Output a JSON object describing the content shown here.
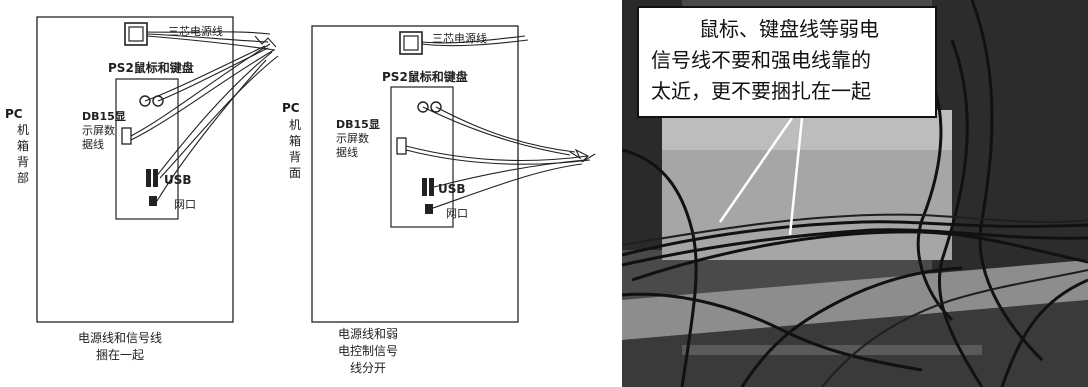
{
  "diagram_left": {
    "side_label": [
      "PC",
      "机",
      "箱",
      "背",
      "部"
    ],
    "power_label": "三芯电源线",
    "ps2_label": "PS2鼠标和键盘",
    "db15_label": [
      "DB15显",
      "示屏数",
      "据线"
    ],
    "usb_label": "USB",
    "net_label": "网口",
    "caption": [
      "电源线和信号线",
      "捆在一起"
    ]
  },
  "diagram_right": {
    "side_label": [
      "PC",
      "机",
      "箱",
      "背",
      "面"
    ],
    "power_label": "三芯电源线",
    "ps2_label": "PS2鼠标和键盘",
    "db15_label": [
      "DB15显",
      "示屏数",
      "据线"
    ],
    "usb_label": "USB",
    "net_label": "网口",
    "caption": [
      "电源线和弱",
      "电控制信号",
      "线分开"
    ]
  },
  "photo": {
    "callout_lines": [
      "鼠标、键盘线等弱电",
      "信号线不要和强电线靠的",
      "太近，更不要捆扎在一起"
    ]
  }
}
